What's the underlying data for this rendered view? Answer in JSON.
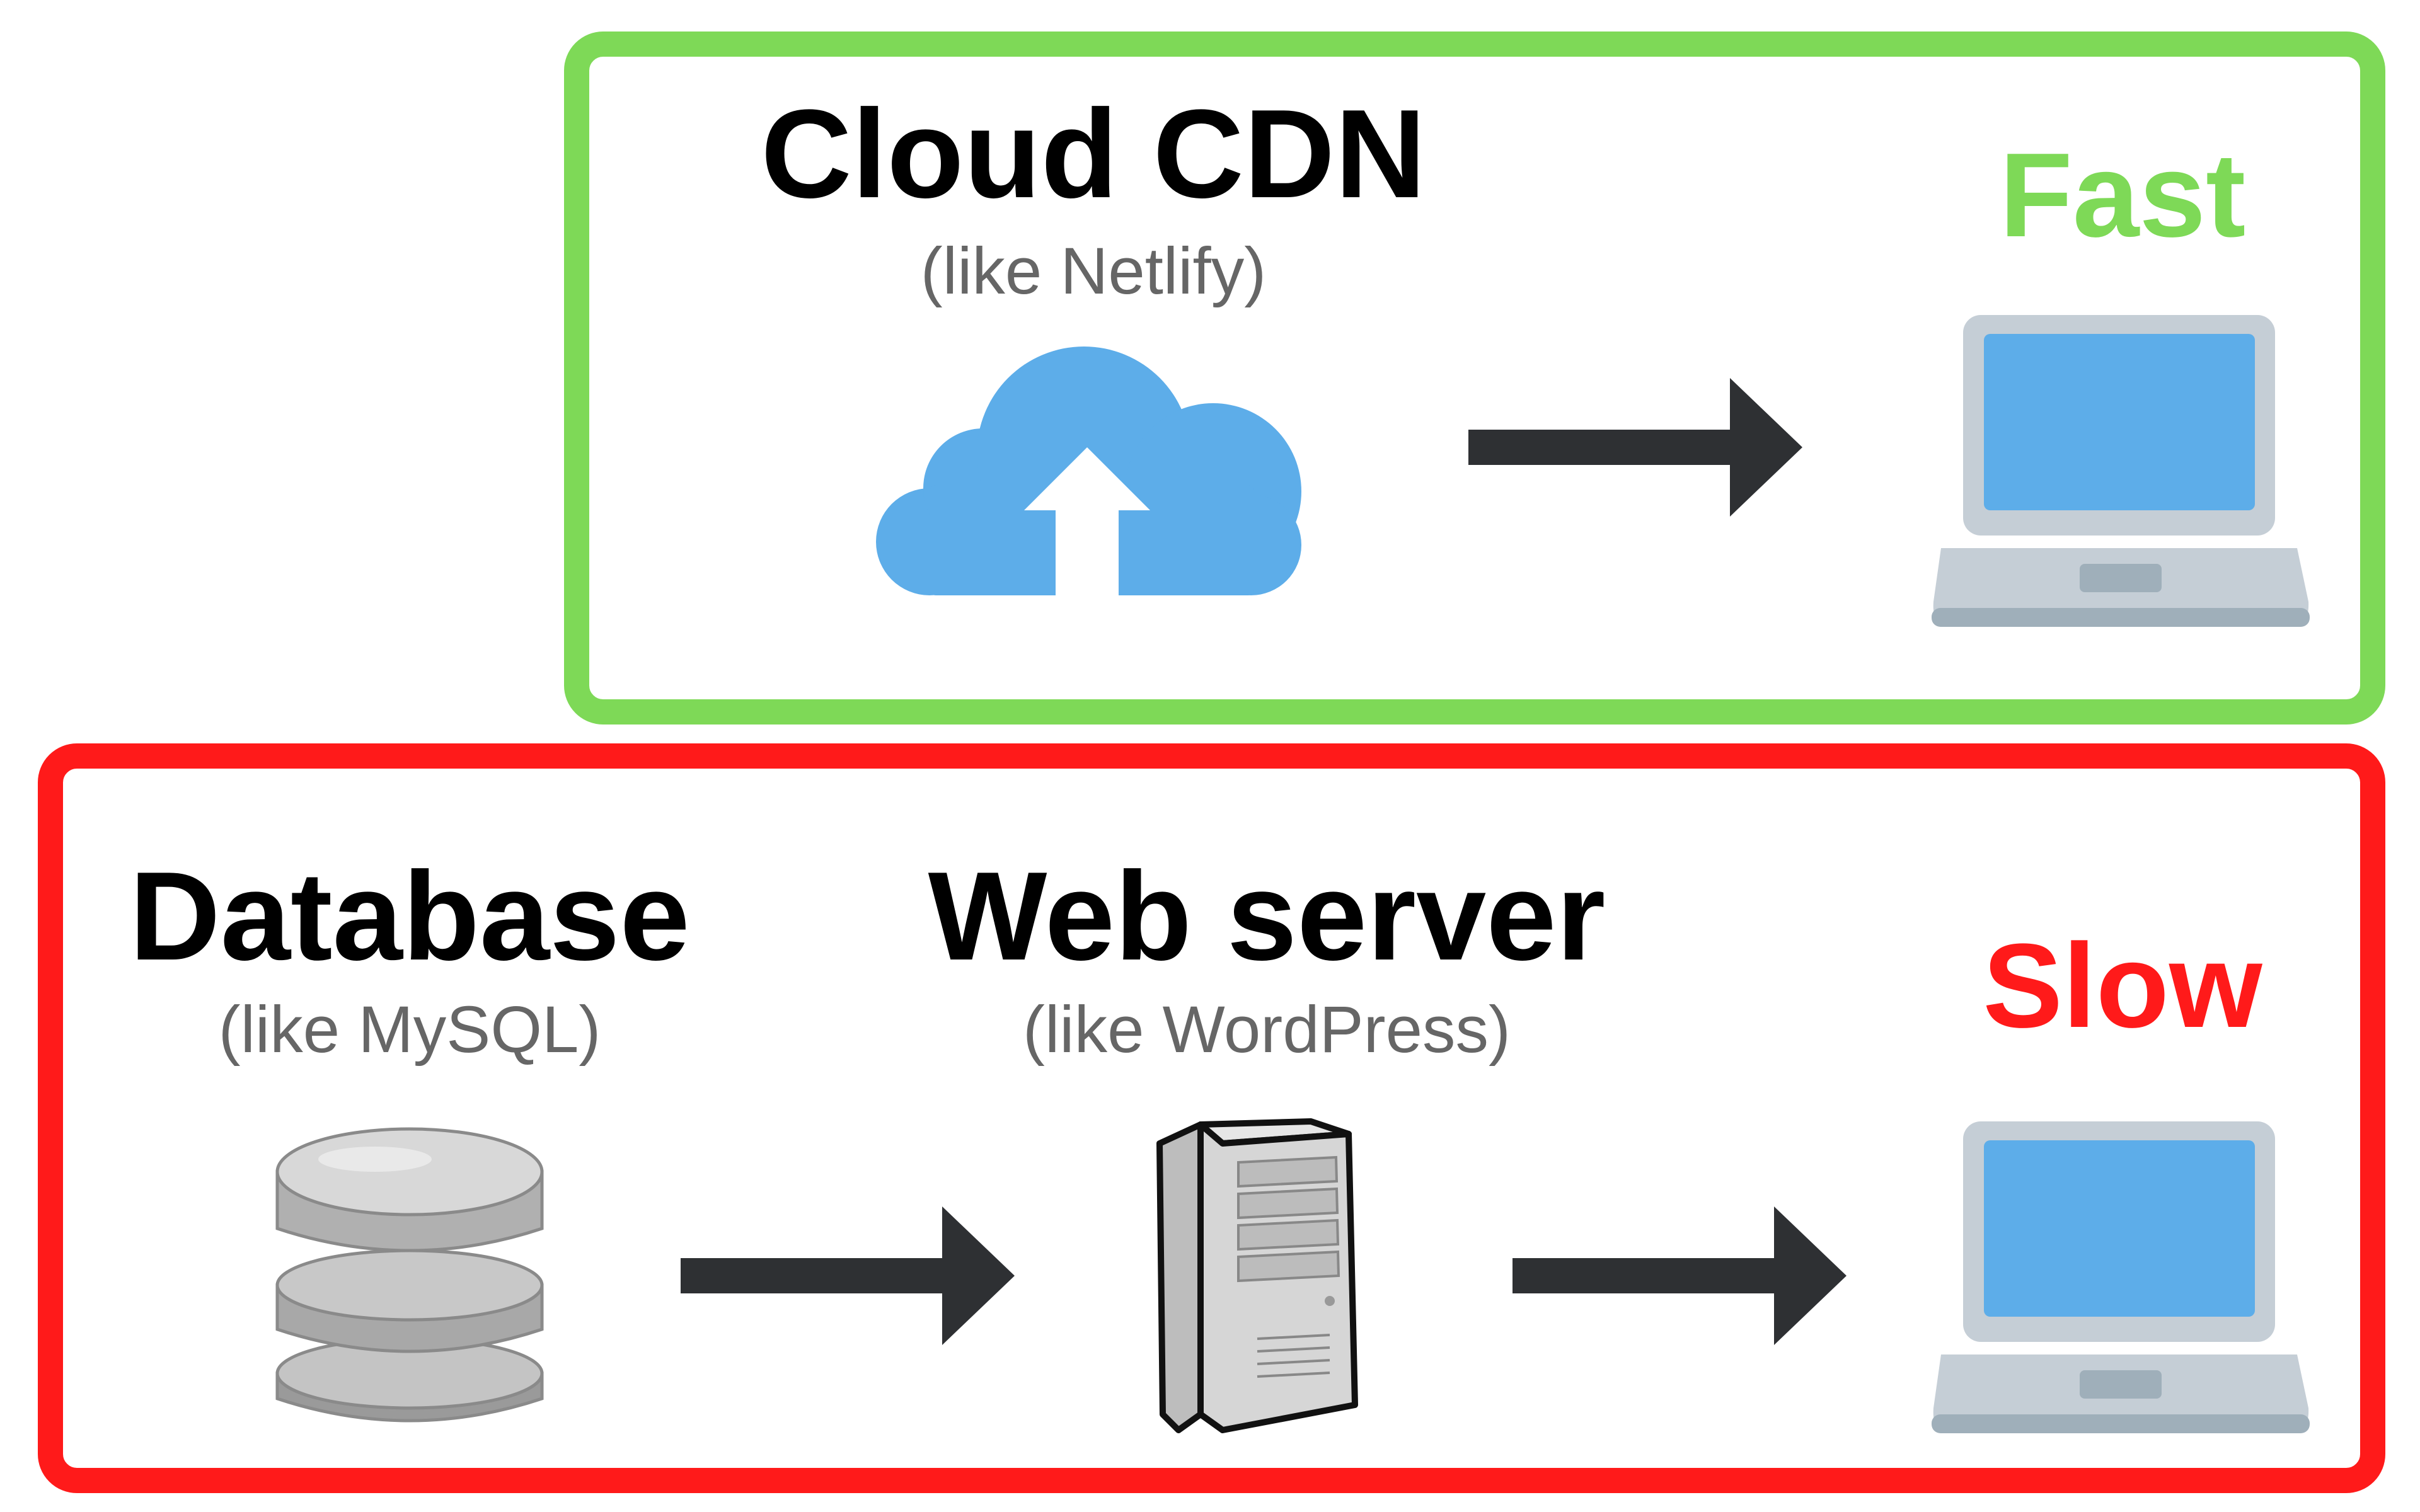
{
  "cdn_section": {
    "title": "Cloud CDN",
    "subtitle": "(like Netlify)",
    "speed_label": "Fast",
    "speed_color": "#7ed957",
    "icons": [
      "cloud-upload-icon",
      "arrow-right-icon",
      "laptop-icon"
    ]
  },
  "traditional_section": {
    "database": {
      "title": "Database",
      "subtitle": "(like MySQL)",
      "icon": "database-icon"
    },
    "web_server": {
      "title": "Web server",
      "subtitle": "(like WordPress)",
      "icon": "server-tower-icon"
    },
    "speed_label": "Slow",
    "speed_color": "#ff1a1a",
    "icons": [
      "arrow-right-icon",
      "arrow-right-icon",
      "laptop-icon"
    ]
  },
  "colors": {
    "cloud": "#5dade9",
    "arrow": "#2e3033",
    "laptop_body": "#c5ced6",
    "laptop_screen": "#5dade9"
  }
}
